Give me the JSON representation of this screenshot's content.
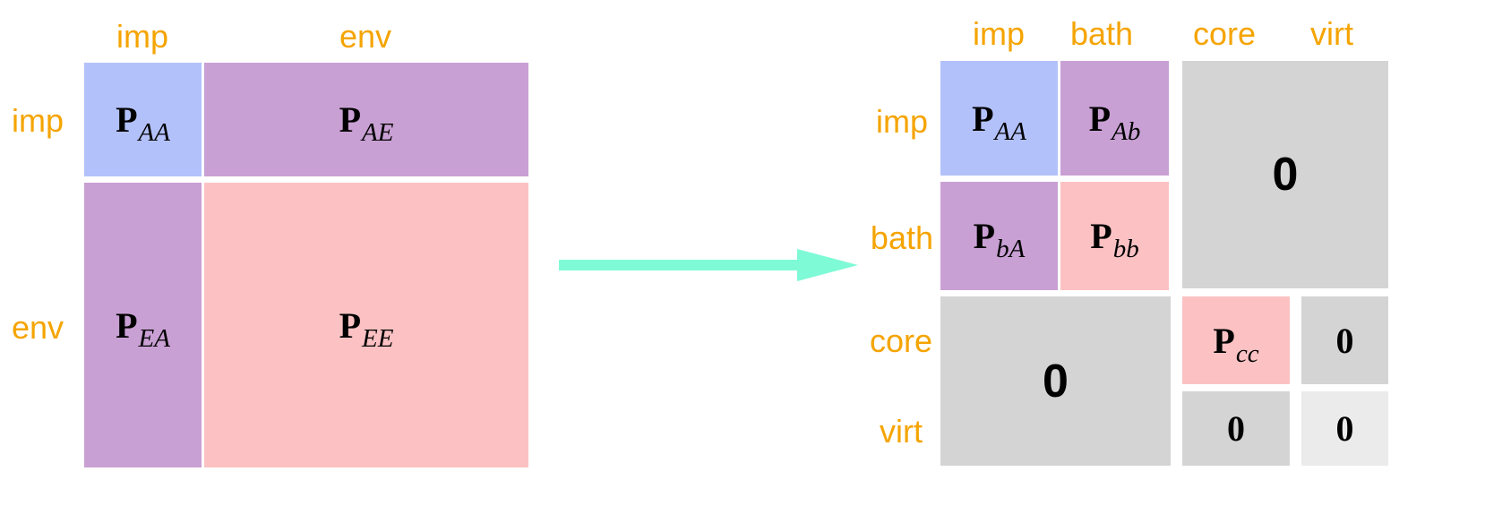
{
  "colors": {
    "label": "#f5a400",
    "imp_block": "#b3c1fb",
    "coupling_block": "#c9a0d4",
    "env_block": "#fcc2c3",
    "zero_block": "#d4d4d4",
    "zero_light_block": "#ebebeb",
    "arrow": "#7efad6"
  },
  "left_matrix": {
    "col_labels": {
      "imp": "imp",
      "env": "env"
    },
    "row_labels": {
      "imp": "imp",
      "env": "env"
    },
    "blocks": {
      "AA": {
        "symbol": "P",
        "sub": "AA"
      },
      "AE": {
        "symbol": "P",
        "sub": "AE"
      },
      "EA": {
        "symbol": "P",
        "sub": "EA"
      },
      "EE": {
        "symbol": "P",
        "sub": "EE"
      }
    }
  },
  "right_matrix": {
    "col_labels": {
      "imp": "imp",
      "bath": "bath",
      "core": "core",
      "virt": "virt"
    },
    "row_labels": {
      "imp": "imp",
      "bath": "bath",
      "core": "core",
      "virt": "virt"
    },
    "blocks": {
      "AA": {
        "symbol": "P",
        "sub": "AA"
      },
      "Ab": {
        "symbol": "P",
        "sub": "Ab"
      },
      "bA": {
        "symbol": "P",
        "sub": "bA"
      },
      "bb": {
        "symbol": "P",
        "sub": "bb"
      },
      "cc": {
        "symbol": "P",
        "sub": "cc"
      },
      "zero_top_right": "0",
      "zero_bottom_left": "0",
      "zero_core_virt": "0",
      "zero_virt_core": "0",
      "zero_virt_virt": "0"
    }
  }
}
